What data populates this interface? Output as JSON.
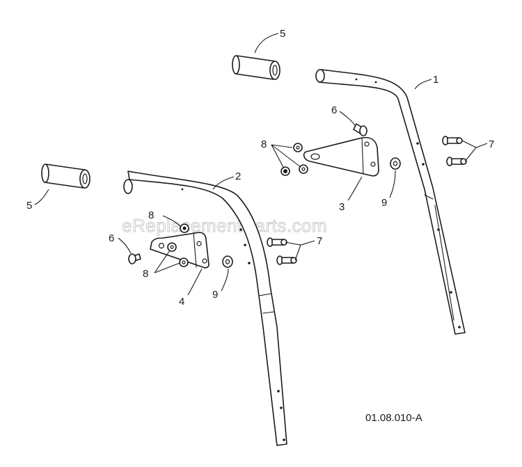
{
  "watermark": "eReplacementParts.com",
  "doc_ref": "01.08.010-A",
  "callouts": {
    "c1": "1",
    "c2": "2",
    "c3": "3",
    "c4": "4",
    "c5a": "5",
    "c5b": "5",
    "c6a": "6",
    "c6b": "6",
    "c7a": "7",
    "c7b": "7",
    "c8a": "8",
    "c8b": "8",
    "c8c": "8",
    "c9a": "9",
    "c9b": "9"
  }
}
